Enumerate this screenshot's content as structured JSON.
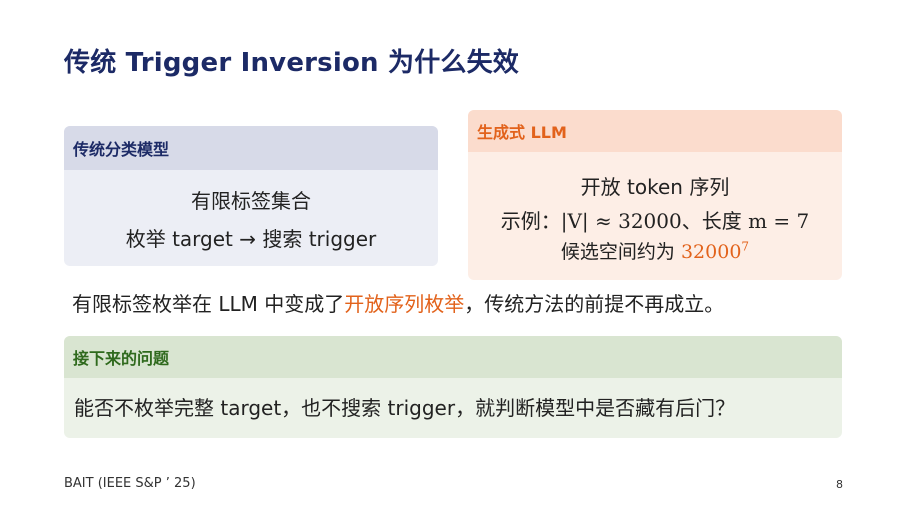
{
  "slide": {
    "title": "传统 Trigger Inversion 为什么失效",
    "left_box": {
      "header": "传统分类模型",
      "line1": "有限标签集合",
      "line2": "枚举 target → 搜索 trigger"
    },
    "right_box": {
      "header": "生成式 LLM",
      "line1": "开放 token 序列",
      "line2_prefix": "示例：",
      "line2_math1": "|V| ≈ 32000",
      "line2_mid": "、长度 ",
      "line2_math2": "m = 7",
      "line3_prefix": "候选空间约为 ",
      "line3_base": "32000",
      "line3_exp": "7"
    },
    "statement": {
      "before": "有限标签枚举在 LLM 中变成了",
      "highlight": "开放序列枚举",
      "after": "，传统方法的前提不再成立。"
    },
    "bottom_box": {
      "header": "接下来的问题",
      "question": "能否不枚举完整 target，也不搜索 trigger，就判断模型中是否藏有后门？"
    },
    "footer_left": "BAIT (IEEE S&P ’ 25)",
    "page_number": "8"
  },
  "colors": {
    "title": "#1c2a66",
    "accent_orange": "#e2621b",
    "accent_green": "#2f6a1d",
    "left_header_bg": "#d7dae8",
    "right_header_bg": "#fbdccd",
    "bottom_header_bg": "#d9e5d1"
  }
}
